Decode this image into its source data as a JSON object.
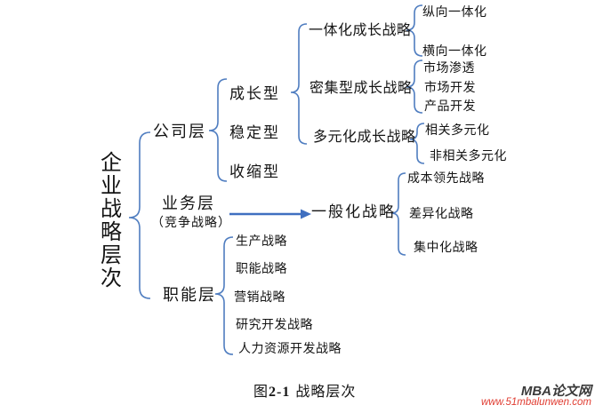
{
  "figure": {
    "root_label": "企业战略层次",
    "company": {
      "label": "公司层",
      "types": [
        "成长型",
        "稳定型",
        "收缩型"
      ],
      "growth_strategies": [
        {
          "label": "一体化成长战略",
          "children": [
            "纵向一体化",
            "横向一体化"
          ]
        },
        {
          "label": "密集型成长战略",
          "children": [
            "市场渗透",
            "市场开发",
            "产品开发"
          ]
        },
        {
          "label": "多元化成长战略",
          "children": [
            "相关多元化",
            "非相关多元化"
          ]
        }
      ]
    },
    "business": {
      "label": "业务层",
      "sublabel": "（竞争战略）",
      "generic": {
        "label": "一般化战略",
        "children": [
          "成本领先战略",
          "差异化战略",
          "集中化战略"
        ]
      }
    },
    "functional": {
      "label": "职能层",
      "children": [
        "生产战略",
        "职能战略",
        "营销战略",
        "研究开发战略",
        "人力资源开发战略"
      ]
    },
    "caption": {
      "prefix": "图",
      "number": "2-1",
      "title": "战略层次"
    },
    "connector": {
      "type": "arrow-right",
      "from": "业务层",
      "to": "一般化战略"
    }
  },
  "watermark": {
    "site": "MBA论文网",
    "url": "www.51mbalunwen.com"
  },
  "colors": {
    "brace_line": "#4f7dc0",
    "arrow": "#3f6fc0",
    "text": "#141414",
    "watermark_site": "#3a3a3a",
    "watermark_url": "#e03c31",
    "background": "#ffffff"
  }
}
